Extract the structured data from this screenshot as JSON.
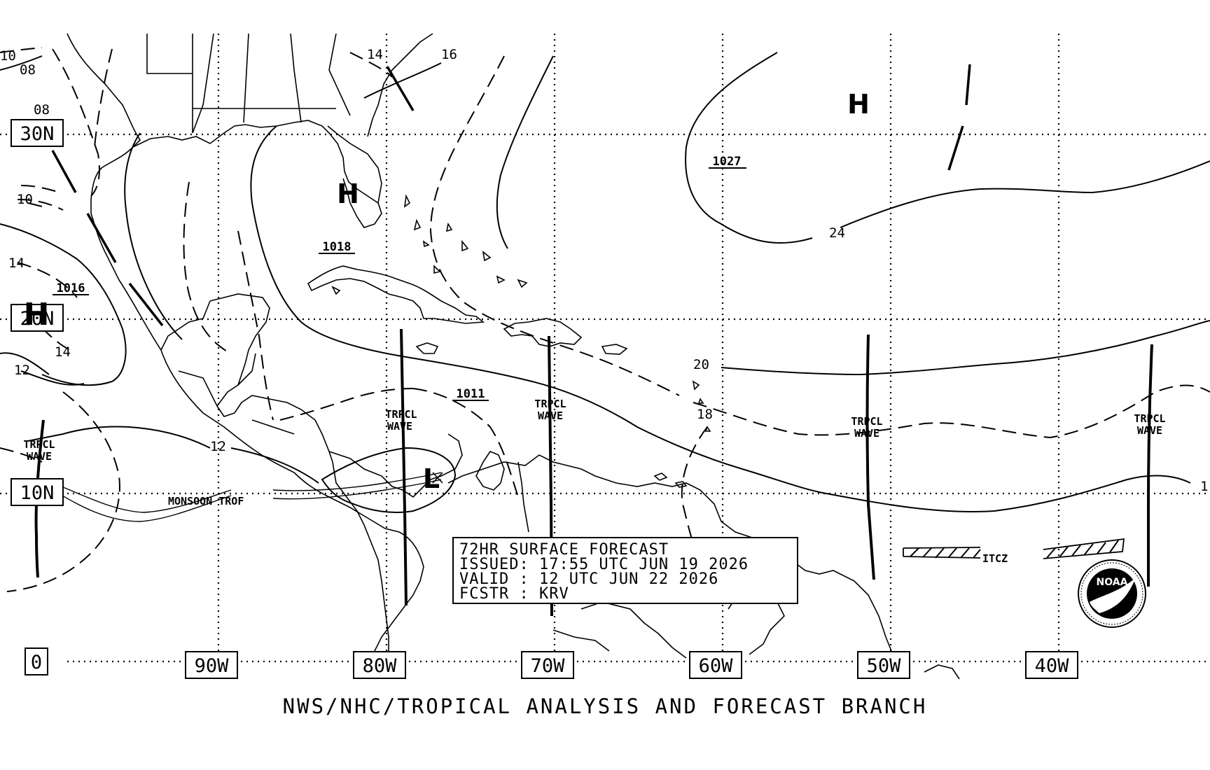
{
  "forecast_box": {
    "line1": "72HR SURFACE FORECAST",
    "line2": "ISSUED: 17:55 UTC JUN 19 2026",
    "line3": "VALID : 12 UTC JUN 22 2026",
    "line4": "FCSTR : KRV"
  },
  "footer": "NWS/NHC/TROPICAL ANALYSIS AND FORECAST BRANCH",
  "longitude_labels": [
    "90W",
    "80W",
    "70W",
    "60W",
    "50W",
    "40W"
  ],
  "latitude_labels": [
    "30N",
    "20N",
    "10N",
    "0"
  ],
  "pressure_centers": [
    {
      "type": "H",
      "value": "1027"
    },
    {
      "type": "H",
      "value": "1018"
    },
    {
      "type": "H",
      "value": "1016"
    },
    {
      "type": "L",
      "value": "1011"
    }
  ],
  "isobar_labels": [
    "10",
    "08",
    "08",
    "10",
    "14",
    "14",
    "12",
    "12",
    "14",
    "16",
    "24",
    "20",
    "18",
    "1"
  ],
  "features": {
    "tropical_wave": "TRPCL\nWAVE",
    "tropical_wave_line1": "TRPCL",
    "tropical_wave_line2": "WAVE",
    "monsoon_trough": "MONSOON TROF",
    "itcz": "ITCZ"
  },
  "logo": {
    "text": "NOAA",
    "ring_text": "NATIONAL OCEANIC AND ATMOSPHERIC ADMINISTRATION · U.S. DEPARTMENT OF COMMERCE"
  }
}
